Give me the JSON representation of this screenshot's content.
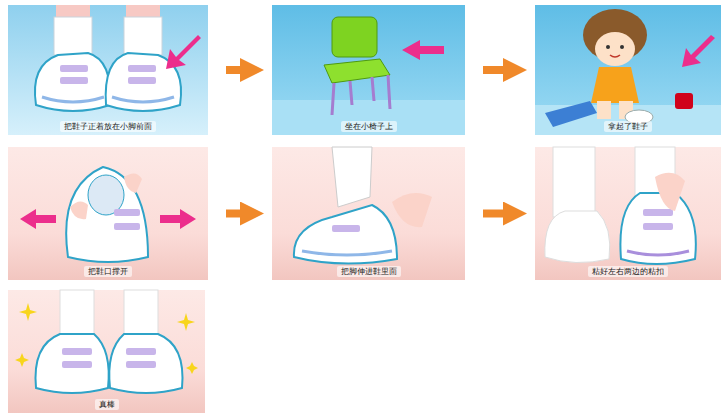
{
  "diagram": {
    "nodes": [
      {
        "text": [
          "把鞋子正着放在小脚前面"
        ]
      },
      {
        "text": [
          "坐在小椅子上"
        ]
      },
      {
        "text": [
          "拿起了鞋子"
        ]
      },
      {
        "text": [
          "把鞋口撑开"
        ]
      },
      {
        "text": [
          "把脚伸进鞋里面"
        ]
      },
      {
        "text": [
          "粘好左右两边的粘扣"
        ]
      },
      {
        "text": [
          "真棒"
        ]
      }
    ],
    "edges": [
      {
        "from": 0,
        "to": 1,
        "arrow": "to"
      },
      {
        "from": 1,
        "to": 2,
        "arrow": "to"
      },
      {
        "from": 3,
        "to": 4,
        "arrow": "to"
      },
      {
        "from": 4,
        "to": 5,
        "arrow": "to"
      }
    ]
  }
}
